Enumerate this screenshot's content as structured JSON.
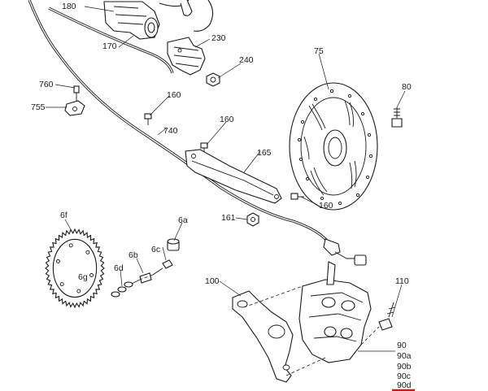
{
  "labels": {
    "l180": "180",
    "l170": "170",
    "l230": "230",
    "l240": "240",
    "l75": "75",
    "l80": "80",
    "l760": "760",
    "l755": "755",
    "l160a": "160",
    "l740": "740",
    "l160b": "160",
    "l165": "165",
    "l160c": "160",
    "l161": "161",
    "l6f": "6f",
    "l6a": "6a",
    "l6g": "6g",
    "l6d": "6d",
    "l6b": "6b",
    "l6c": "6c",
    "l100": "100",
    "l110": "110",
    "l90": "90",
    "l90a": "90a",
    "l90b": "90b",
    "l90c": "90c",
    "l90d": "90d"
  },
  "colors": {
    "ink": "#1a1a1a",
    "highlight": "#e01010",
    "background": "#ffffff"
  }
}
